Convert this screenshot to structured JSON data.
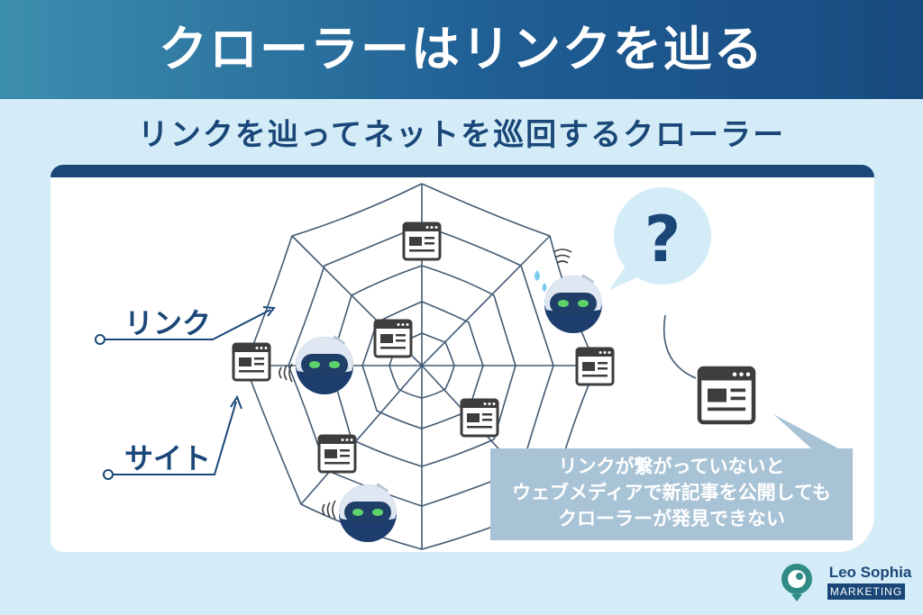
{
  "header": {
    "title": "クローラーはリンクを辿る"
  },
  "subtitle": "リンクを辿ってネットを巡回するクローラー",
  "diagram": {
    "label_link": "リンク",
    "label_site": "サイト",
    "question_mark": "?",
    "callout_lines": [
      "リンクが繋がっていないと",
      "ウェブメディアで新記事を公開しても",
      "クローラーが発見できない"
    ]
  },
  "colors": {
    "navy": "#1a4778",
    "light_blue": "#d3ecf8",
    "bubble": "#a9c3d6",
    "robot_eye": "#5fd16a"
  },
  "brand": {
    "name": "Leo Sophia",
    "sub": "MARKETING",
    "icon": "lion-logo-icon"
  }
}
